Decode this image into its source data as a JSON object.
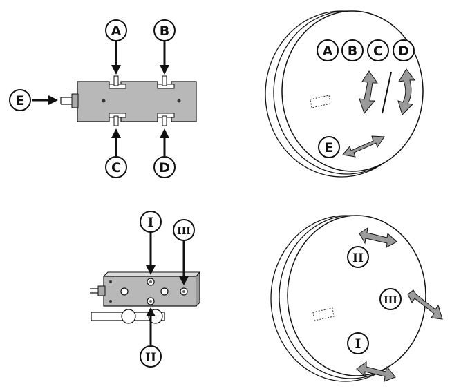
{
  "callouts": {
    "a": "A",
    "b": "B",
    "c": "C",
    "d": "D",
    "e": "E",
    "i": "I",
    "ii": "II",
    "iii": "III"
  },
  "colors": {
    "line": "#111111",
    "body_fill": "#b8b8b8",
    "arrow_fill": "#9a9a9a",
    "background": "#ffffff"
  },
  "icons": [
    "arrow-down-icon",
    "arrow-up-icon",
    "arrow-right-icon",
    "double-arrow-icon",
    "curved-arrow-icon"
  ]
}
